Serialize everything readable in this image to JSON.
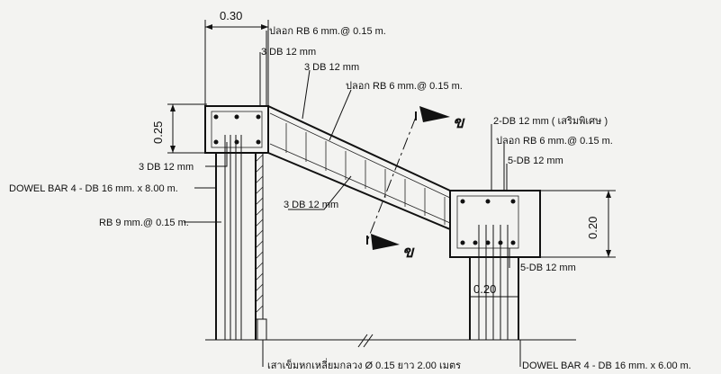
{
  "dimensions": {
    "top_width": "0.30",
    "left_height": "0.25",
    "right_height": "0.20",
    "right_width": "0.20"
  },
  "labels": {
    "stirrup_top": "ปลอก RB 6 mm.@ 0.15 m.",
    "bar_3db12_a": "3 DB 12 mm",
    "bar_3db12_b": "3 DB 12 mm",
    "stirrup_slope": "ปลอก RB 6 mm.@ 0.15 m.",
    "extra_bar": "2-DB 12 mm ( เสริมพิเศษ )",
    "stirrup_right": "ปลอก RB 6 mm.@ 0.15 m.",
    "bar_5db12_top": "5-DB 12 mm",
    "bar_3db12_left": "3 DB 12 mm",
    "dowel_left": "DOWEL BAR 4 - DB 16 mm. x 8.00 m.",
    "bar_3db12_bottom": "3 DB 12 mm",
    "rb9": "RB 9 mm.@ 0.15 m.",
    "bar_5db12_bottom": "5-DB 12 mm",
    "pile_note": "เสาเข็มหกเหลี่ยมกลวง Ø 0.15 ยาว 2.00 เมตร",
    "dowel_right": "DOWEL BAR 4 - DB 16 mm. x 6.00 m.",
    "section_mark": "ข"
  }
}
